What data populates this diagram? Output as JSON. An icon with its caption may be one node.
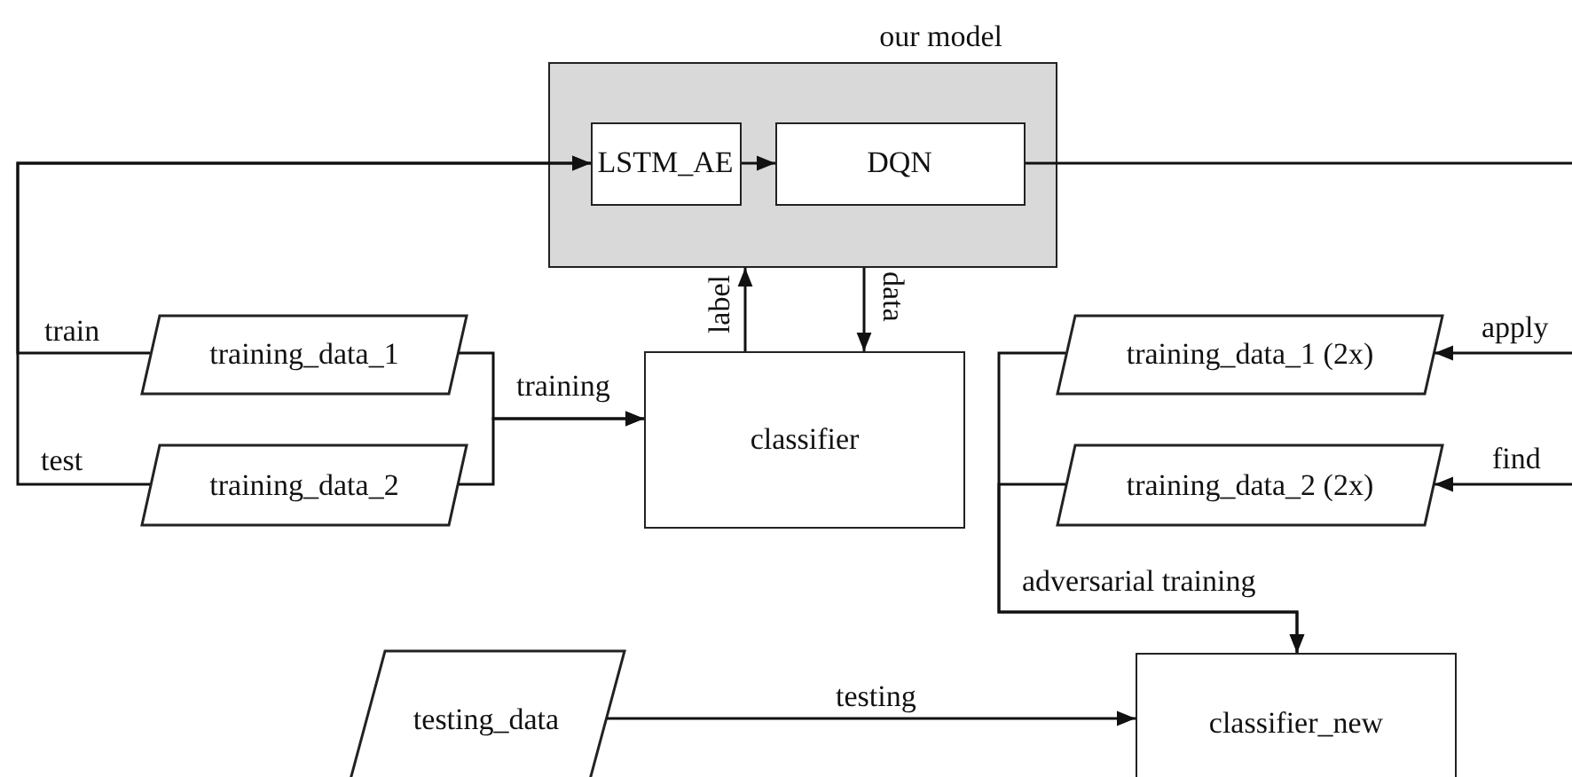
{
  "diagram": {
    "nodes": [
      {
        "text": [
          "our model"
        ]
      },
      {
        "text": [
          "LSTM_AE"
        ],
        "in": 0
      },
      {
        "text": [
          "DQN"
        ],
        "in": 0
      },
      {
        "text": [
          "training_data_1"
        ]
      },
      {
        "text": [
          "training_data_2"
        ]
      },
      {
        "text": [
          "classifier"
        ]
      },
      {
        "text": [
          "training_data_1 (2x)"
        ]
      },
      {
        "text": [
          "training_data_2 (2x)"
        ]
      },
      {
        "text": [
          "testing_data"
        ]
      },
      {
        "text": [
          "classifier_new"
        ]
      }
    ],
    "edges": [
      {
        "from": 1,
        "to": 2,
        "arrow": "to"
      },
      {
        "from": 3,
        "to": 1,
        "arrow": "to",
        "label": "train"
      },
      {
        "from": 4,
        "to": 1,
        "arrow": "to",
        "label": "test"
      },
      {
        "from": 3,
        "to": 5,
        "arrow": "to",
        "label": "training"
      },
      {
        "from": 4,
        "to": 5,
        "arrow": "to"
      },
      {
        "from": 5,
        "to": 0,
        "arrow": "to",
        "label": "label"
      },
      {
        "from": 0,
        "to": 5,
        "arrow": "to",
        "label": "data"
      },
      {
        "from": 2,
        "to": null,
        "arrow": "none"
      },
      {
        "from": null,
        "to": 6,
        "arrow": "to",
        "label": "apply"
      },
      {
        "from": null,
        "to": 7,
        "arrow": "to",
        "label": "find"
      },
      {
        "from": 6,
        "to": 9,
        "arrow": "to",
        "label": "adversarial training"
      },
      {
        "from": 7,
        "to": 9,
        "arrow": "to"
      },
      {
        "from": 8,
        "to": 9,
        "arrow": "to",
        "label": "testing"
      }
    ]
  }
}
